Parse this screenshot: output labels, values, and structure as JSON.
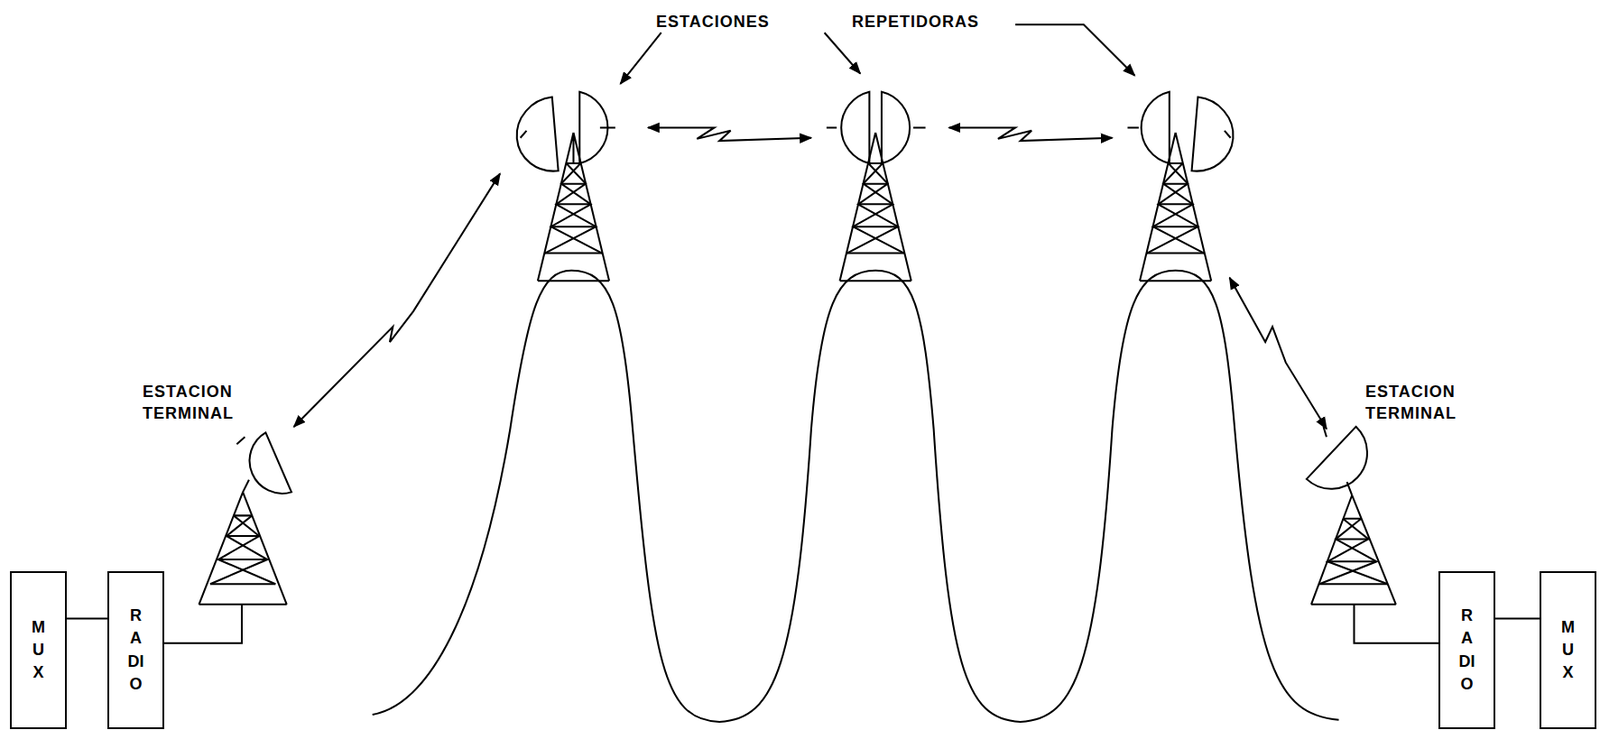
{
  "diagram": {
    "nodes": [
      {
        "text": [
          "MUX"
        ]
      },
      {
        "text": [
          "RADIO"
        ]
      },
      {
        "text": [
          "RADIO"
        ]
      },
      {
        "text": [
          "MUX"
        ]
      }
    ],
    "edges": [
      {
        "from": 0,
        "to": 1,
        "arrow": "none"
      },
      {
        "from": 2,
        "to": 3,
        "arrow": "none"
      }
    ],
    "labels": [
      "ESTACIONES",
      "REPETIDORAS",
      "ESTACION TERMINAL",
      "ESTACION TERMINAL"
    ]
  }
}
